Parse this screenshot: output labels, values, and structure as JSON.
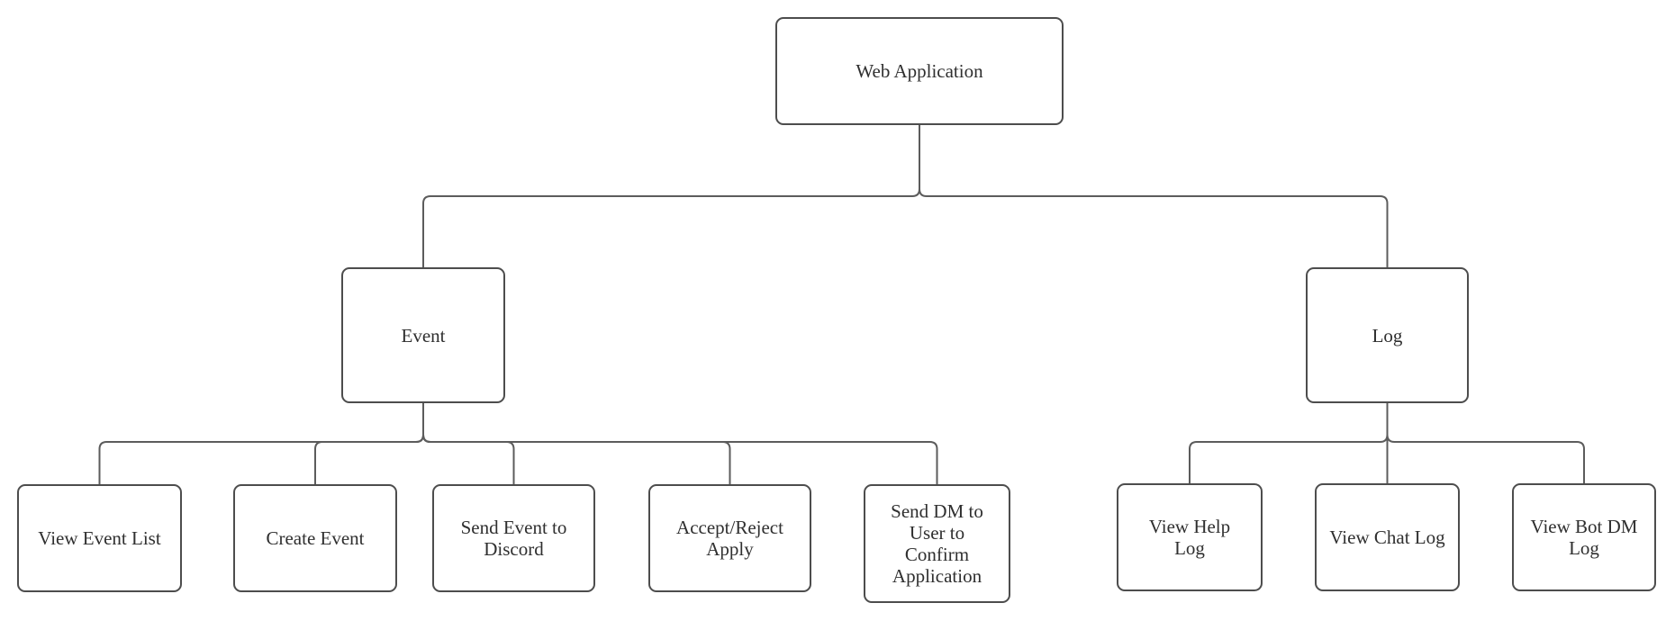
{
  "diagram": {
    "type": "tree",
    "colors": {
      "background": "#ffffff",
      "node_fill": "#ffffff",
      "node_border": "#4d4d4d",
      "connector": "#5c5c5c",
      "text": "#2f2f2f"
    },
    "nodes": {
      "root": {
        "label": "Web Application"
      },
      "event": {
        "label": "Event"
      },
      "log": {
        "label": "Log"
      },
      "event_children": [
        {
          "label": "View Event List"
        },
        {
          "label": "Create Event"
        },
        {
          "label": "Send Event to\nDiscord"
        },
        {
          "label": "Accept/Reject\nApply"
        },
        {
          "label": "Send DM to\nUser to\nConfirm\nApplication"
        }
      ],
      "log_children": [
        {
          "label": "View Help\nLog"
        },
        {
          "label": "View Chat Log"
        },
        {
          "label": "View Bot DM\nLog"
        }
      ]
    },
    "edges": [
      {
        "from": "Web Application",
        "to": "Event"
      },
      {
        "from": "Web Application",
        "to": "Log"
      },
      {
        "from": "Event",
        "to": "View Event List"
      },
      {
        "from": "Event",
        "to": "Create Event"
      },
      {
        "from": "Event",
        "to": "Send Event to Discord"
      },
      {
        "from": "Event",
        "to": "Accept/Reject Apply"
      },
      {
        "from": "Event",
        "to": "Send DM to User to Confirm Application"
      },
      {
        "from": "Log",
        "to": "View Help Log"
      },
      {
        "from": "Log",
        "to": "View Chat Log"
      },
      {
        "from": "Log",
        "to": "View Bot DM Log"
      }
    ]
  }
}
